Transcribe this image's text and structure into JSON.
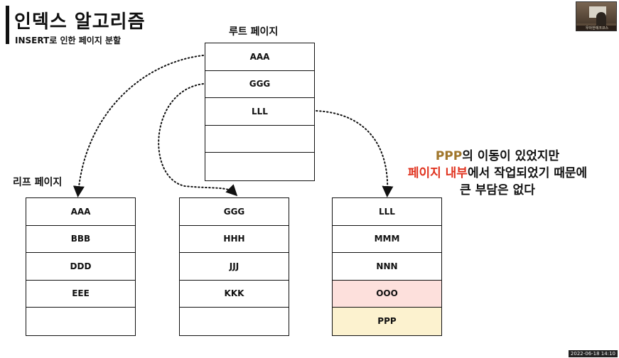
{
  "header": {
    "title": "인덱스 알고리즘",
    "subtitle": "INSERT로 인한 페이지 분할"
  },
  "labels": {
    "root": "루트 페이지",
    "leaf": "리프 페이지"
  },
  "root_page": {
    "rows": [
      "AAA",
      "GGG",
      "LLL",
      "",
      ""
    ]
  },
  "leaf_pages": [
    {
      "rows": [
        "AAA",
        "BBB",
        "DDD",
        "EEE",
        ""
      ]
    },
    {
      "rows": [
        "GGG",
        "HHH",
        "JJJ",
        "KKK",
        ""
      ]
    },
    {
      "rows": [
        "LLL",
        "MMM",
        "NNN",
        "OOO",
        "PPP"
      ]
    }
  ],
  "note": {
    "line1_highlight": "PPP",
    "line1_rest": "의 이동이 있었지만",
    "line2_highlight": "페이지 내부",
    "line2_rest": "에서 작업되었기 때문에",
    "line3": "큰 부담은 없다"
  },
  "highlight_colors": {
    "brown": "#a0762b",
    "red": "#e0321e",
    "pink_row": "#fde0dc",
    "yellow_row": "#fcf2cf"
  },
  "webcam_caption": "우아한테크코스",
  "timestamp": "2022-06-18 14:10"
}
